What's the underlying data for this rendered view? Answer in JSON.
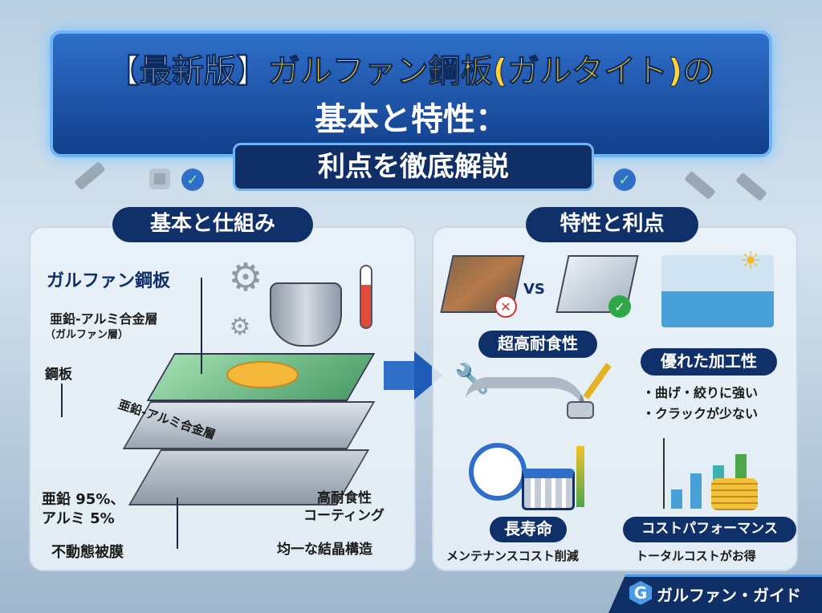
{
  "title": {
    "bracket": "【最新版】",
    "main": "ガルファン鋼板(ガルタイト)の",
    "line2": "基本と特性：",
    "subtitle": "利点を徹底解説"
  },
  "left": {
    "heading": "基本と仕組み",
    "labels": {
      "product": "ガルファン鋼板",
      "alloy_layer": "亜鉛-アルミ合金層",
      "alloy_layer_sub": "（ガルファン層）",
      "steel": "鋼板",
      "layer_text": "亜鉛-アルミ合金層",
      "composition_1": "亜鉛 95%、",
      "composition_2": "アルミ 5%",
      "passive_film": "不動態被膜",
      "coating_1": "高耐食性",
      "coating_2": "コーティング",
      "crystal": "均一な結晶構造"
    }
  },
  "right": {
    "heading": "特性と利点",
    "vs": "VS",
    "features": [
      {
        "title": "超高耐食性"
      },
      {
        "title": "優れた加工性",
        "bullets": [
          "・曲げ・絞りに強い",
          "・クラックが少ない"
        ]
      },
      {
        "title": "長寿命",
        "caption": "メンテナンスコスト削減"
      },
      {
        "title": "コストパフォーマンス",
        "caption": "トータルコストがお得"
      }
    ]
  },
  "brand": {
    "logo_letter": "G",
    "name": "ガルファン・ガイド"
  },
  "colors": {
    "navy": "#10306a",
    "banner": "#2f6fc9",
    "accent_yellow": "#ffd23a",
    "green_layer": "#6fbf8a"
  }
}
